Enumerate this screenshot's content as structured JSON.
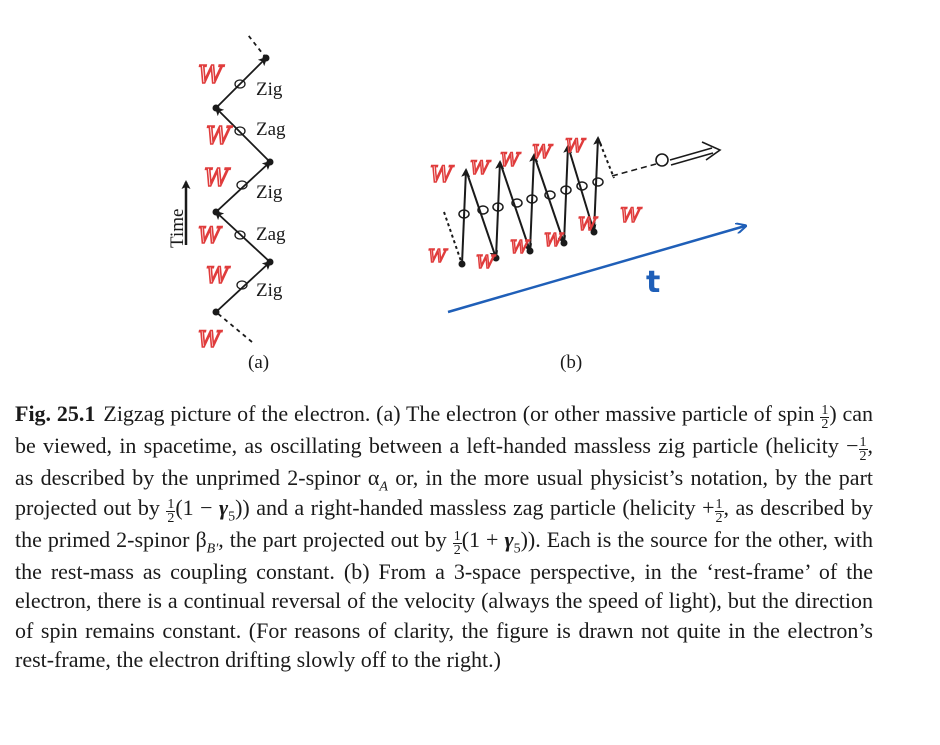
{
  "figure": {
    "panel_a": {
      "label": "(a)",
      "axis_label": "Time",
      "segment_labels": [
        "Zig",
        "Zag",
        "Zig",
        "Zag",
        "Zig"
      ],
      "w_mark": "W",
      "colors": {
        "ink": "#1a1a1a",
        "w_mark": "#e03c3c"
      }
    },
    "panel_b": {
      "label": "(b)",
      "axis_label": "t",
      "w_mark": "W",
      "colors": {
        "ink": "#1a1a1a",
        "w_mark": "#e03c3c",
        "time_axis": "#1f5fb8"
      }
    }
  },
  "caption": {
    "fig_label": "Fig. 25.1",
    "p1": "Zigzag picture of the electron. (a) The electron (or other massive particle of spin ",
    "p2": ") can be viewed, in spacetime, as oscillating between a left-handed massless zig particle (helicity −",
    "p3": ", as described by the unprimed 2-spinor α",
    "p3_sub": "A",
    "p4": " or, in the more usual physicist’s notation, by the part projected out by ",
    "p5": "(1 − ",
    "gamma": "γ",
    "gamma_sub": "5",
    "p6": ")) and a right-handed massless zag particle (helicity +",
    "p7": ", as described by the primed 2-spinor β",
    "p7_sub": "B′",
    "p8": ", the part projected out by ",
    "p9": "(1 + ",
    "p10": ")). Each is the source for the other, with the rest-mass as coupling constant. (b) From a 3-space perspective, in the ‘rest-frame’ of the electron, there is a continual reversal of the velocity (always the speed of light), but the direction of spin remains constant. (For reasons of clarity, the figure is drawn not quite in the electron’s rest-frame, the electron drifting slowly off to the right.)",
    "frac_num": "1",
    "frac_den": "2"
  }
}
